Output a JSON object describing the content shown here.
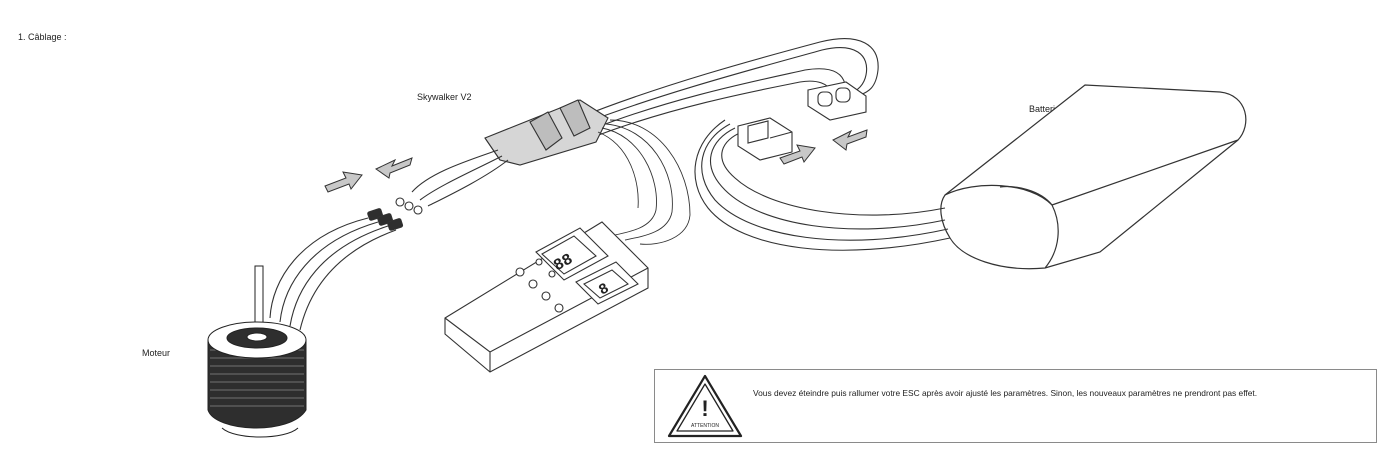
{
  "section_title": "1. Câblage :",
  "labels": {
    "esc": "Skywalker V2",
    "battery": "Batterie",
    "motor": "Moteur"
  },
  "display_digits": {
    "top": "88",
    "bottom": "8"
  },
  "warning": {
    "icon": "warning-triangle-icon",
    "icon_caption": "ATTENTION",
    "symbol": "!",
    "text": "Vous devez éteindre puis rallumer votre ESC après avoir ajusté les paramètres. Sinon, les nouveaux paramètres ne prendront pas effet."
  },
  "colors": {
    "line": "#333333",
    "arrow_fill": "#c8c8c8",
    "esc_band": "#d0d0d0",
    "motor_dark": "#2e2e2e"
  }
}
